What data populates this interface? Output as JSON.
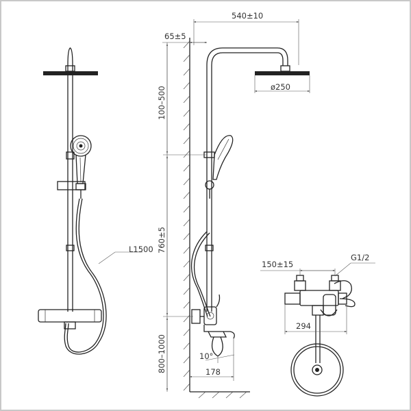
{
  "dimensions": {
    "overall_width": "540±10",
    "wall_offset": "65±5",
    "head_diameter": "ø250",
    "head_height": "100–500",
    "rail_height": "760±5",
    "mixer_height": "800–1000",
    "spout_projection": "178",
    "spout_angle": "10°",
    "hose_length": "L1500",
    "inlet_spacing": "150±15",
    "thread": "G1/2",
    "mixer_width": "294"
  },
  "colors": {
    "line": "#222222",
    "frame": "#c8c8c8"
  }
}
